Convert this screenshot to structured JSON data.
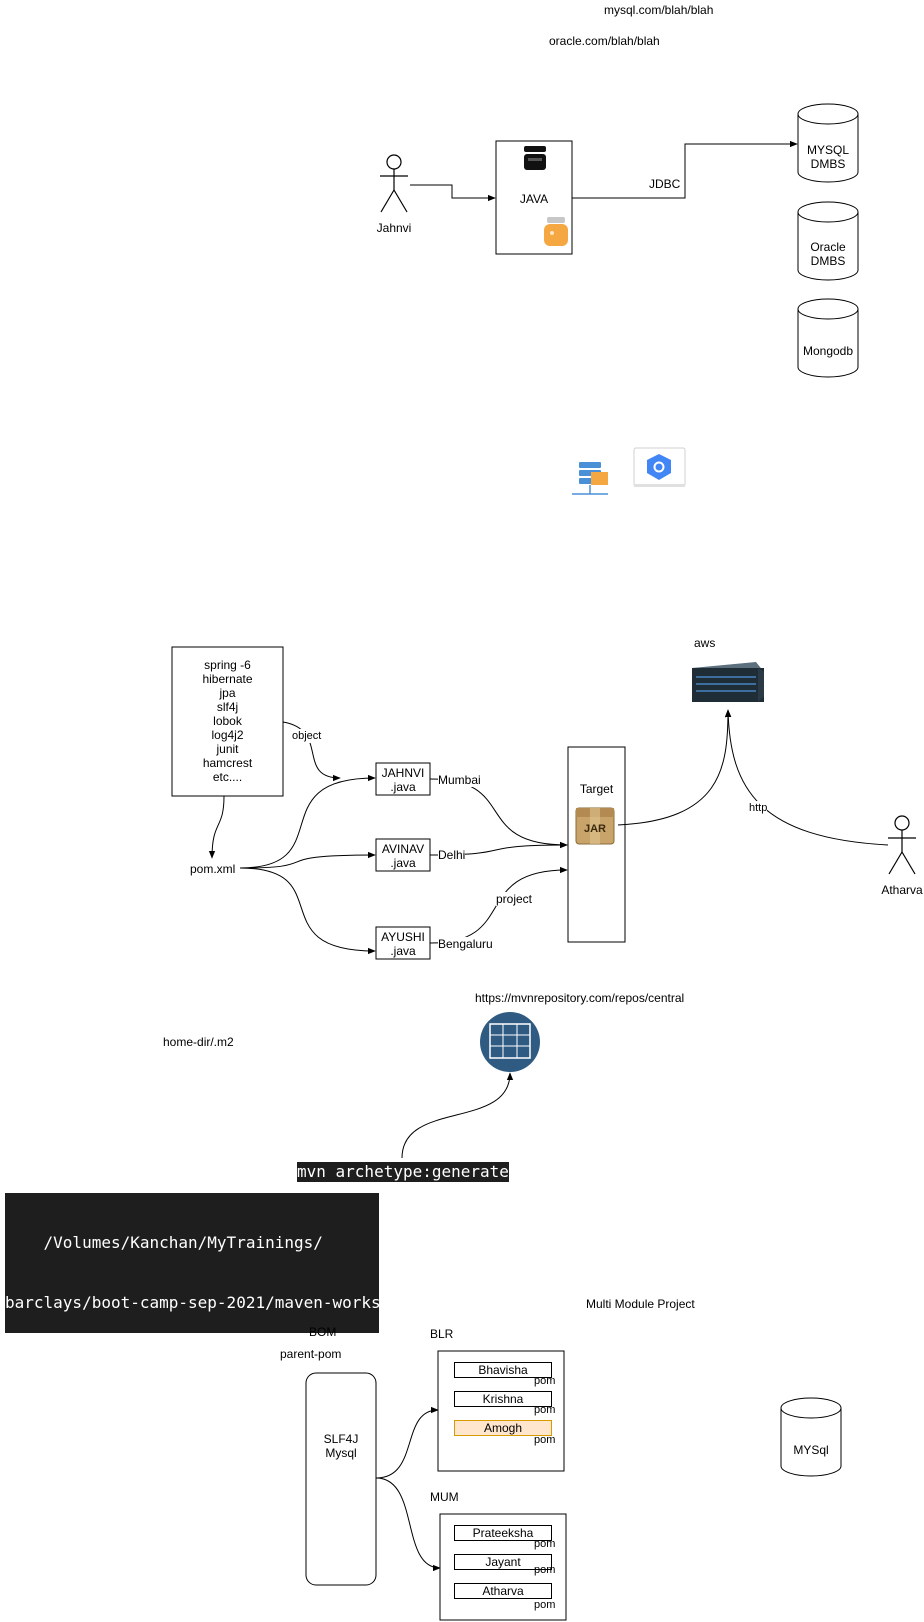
{
  "top": {
    "mysql_url": "mysql.com/blah/blah",
    "oracle_url": "oracle.com/blah/blah",
    "actor_jahnvi": "Jahnvi",
    "java_label": "JAVA",
    "jdbc_label": "JDBC",
    "db_mysql_line1": "MYSQL",
    "db_mysql_line2": "DMBS",
    "db_oracle_line1": "Oracle",
    "db_oracle_line2": "DMBS",
    "db_mongodb": "Mongodb"
  },
  "middle": {
    "libs": [
      "spring -6",
      "hibernate",
      "jpa",
      "slf4j",
      "lobok",
      "log4j2",
      "junit",
      "hamcrest",
      "etc...."
    ],
    "object_label": "object",
    "pom_xml": "pom.xml",
    "classes": [
      {
        "line1": "JAHNVI",
        "line2": ".java",
        "city": "Mumbai"
      },
      {
        "line1": "AVINAV",
        "line2": ".java",
        "city": "Delhi"
      },
      {
        "line1": "AYUSHI",
        "line2": ".java",
        "city": "Bengaluru"
      }
    ],
    "project_label": "project",
    "target_label": "Target",
    "jar_label": "JAR",
    "aws_label": "aws",
    "http_label": "http",
    "actor_atharva": "Atharva"
  },
  "repo": {
    "url": "https://mvnrepository.com/repos/central",
    "home_dir": "home-dir/.m2",
    "cmd": "mvn archetype:generate",
    "path_line1": "    /Volumes/Kanchan/MyTrainings/",
    "path_line2": "barclays/boot-camp-sep-2021/maven-works"
  },
  "multi": {
    "title": "Multi Module Project",
    "bom": "BOM",
    "parent_pom": "parent-pom",
    "parent_line1": "SLF4J",
    "parent_line2": "Mysql",
    "blr": "BLR",
    "mum": "MUM",
    "blr_modules": [
      "Bhavisha",
      "Krishna",
      "Amogh"
    ],
    "mum_modules": [
      "Prateeksha",
      "Jayant",
      "Atharva"
    ],
    "pom": "pom",
    "db_mysql": "MYSql"
  },
  "colors": {
    "highlight_fill": "#ffe6cc",
    "highlight_stroke": "#d79b00",
    "repo_icon": "#2f5b83",
    "jar_orange": "#f5a742",
    "code_bg": "#1e1e1e"
  }
}
